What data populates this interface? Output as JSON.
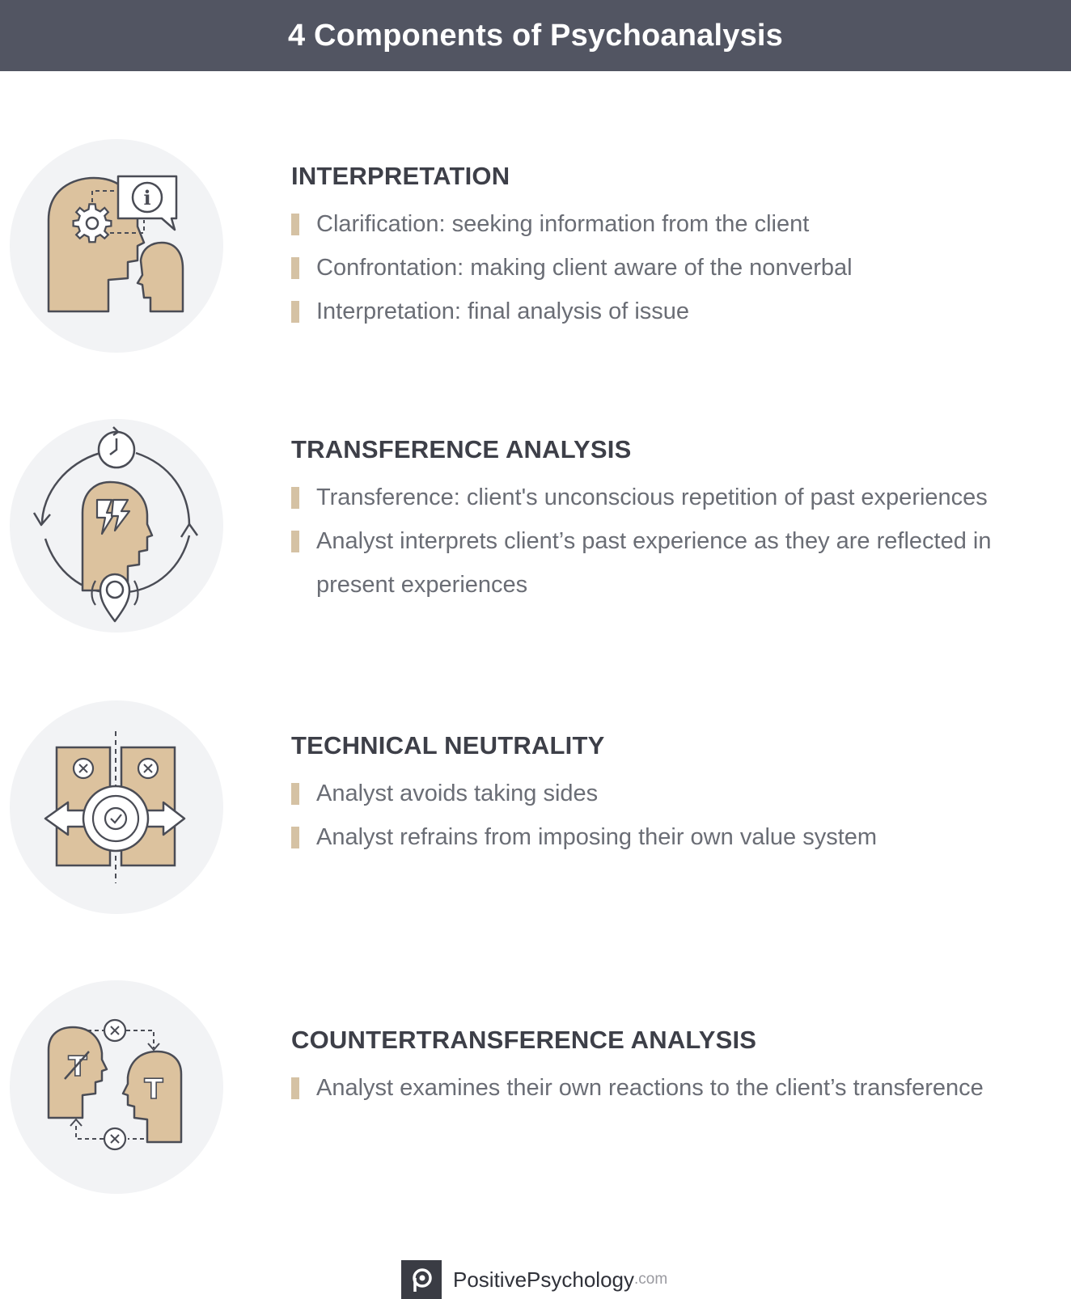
{
  "header": {
    "title": "4 Components of Psychoanalysis"
  },
  "colors": {
    "header_bg": "#525562",
    "accent_tan": "#dcc29e",
    "icon_circle": "#f2f3f5",
    "text_dark": "#3d3f48",
    "text_gray": "#6a6d75"
  },
  "sections": [
    {
      "icon": "head-gear-info-icon",
      "title": "INTERPRETATION",
      "bullets": [
        "Clarification: seeking information from the client",
        "Confrontation: making client aware of the nonverbal",
        "Interpretation: final analysis of issue"
      ]
    },
    {
      "icon": "head-lightning-cycle-icon",
      "title": "TRANSFERENCE ANALYSIS",
      "bullets": [
        "Transference: client's unconscious repetition of past experiences",
        "Analyst interprets client’s past experience as they are reflected in present experiences"
      ]
    },
    {
      "icon": "neutral-arrows-check-icon",
      "title": "TECHNICAL NEUTRALITY",
      "bullets": [
        "Analyst avoids taking sides",
        "Analyst refrains from imposing their own value system"
      ]
    },
    {
      "icon": "two-heads-exchange-icon",
      "title": "COUNTERTRANSFERENCE ANALYSIS",
      "bullets": [
        "Analyst examines their own reactions to the client’s transference"
      ]
    }
  ],
  "footer": {
    "brand": "PositivePsychology",
    "suffix": ".com",
    "logo_letter": "p"
  }
}
